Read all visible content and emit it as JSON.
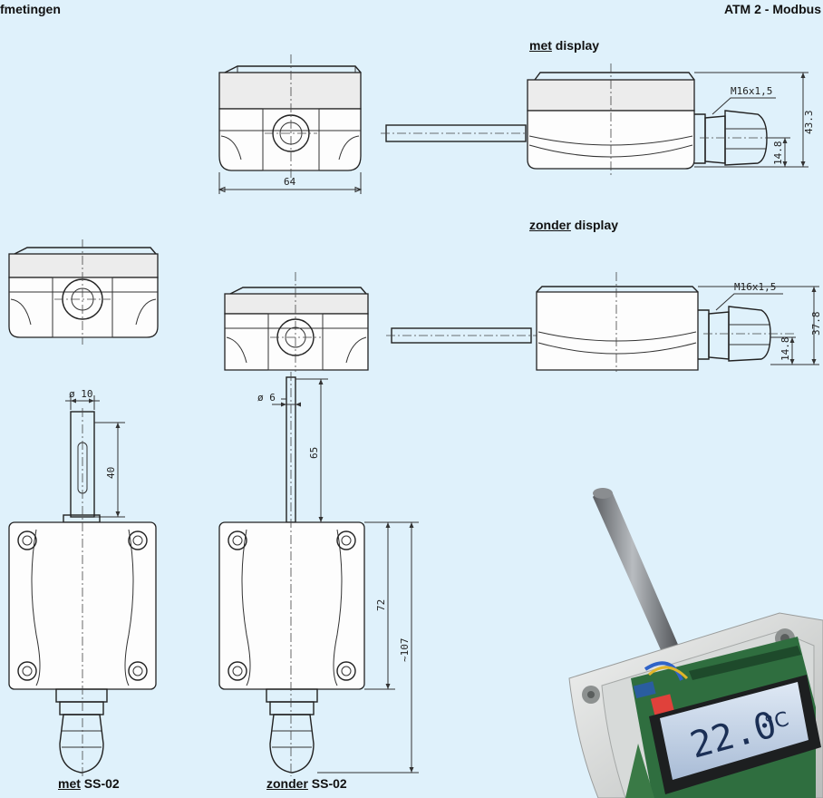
{
  "header": {
    "left": "fmetingen",
    "right": "ATM 2 - Modbus"
  },
  "captions": {
    "met_display": {
      "u": "met",
      "rest": " display"
    },
    "zonder_display": {
      "u": "zonder",
      "rest": " display"
    },
    "met_ss02": {
      "u": "met",
      "rest": " SS-02"
    },
    "zonder_ss02": {
      "u": "zonder",
      "rest": " SS-02"
    }
  },
  "dimensions": {
    "width_64": "64",
    "thread_top": "M16x1,5",
    "height_top": "43.3",
    "offset_top": "14.8",
    "thread_bottom": "M16x1,5",
    "height_bottom": "37.8",
    "offset_bottom": "14.8",
    "dia_10": "ø 10",
    "len_40": "40",
    "dia_6": "ø 6",
    "len_65": "65",
    "h_72": "72",
    "h_107": "~107"
  },
  "photo": {
    "display_value": "22.0",
    "display_unit": "°C"
  }
}
